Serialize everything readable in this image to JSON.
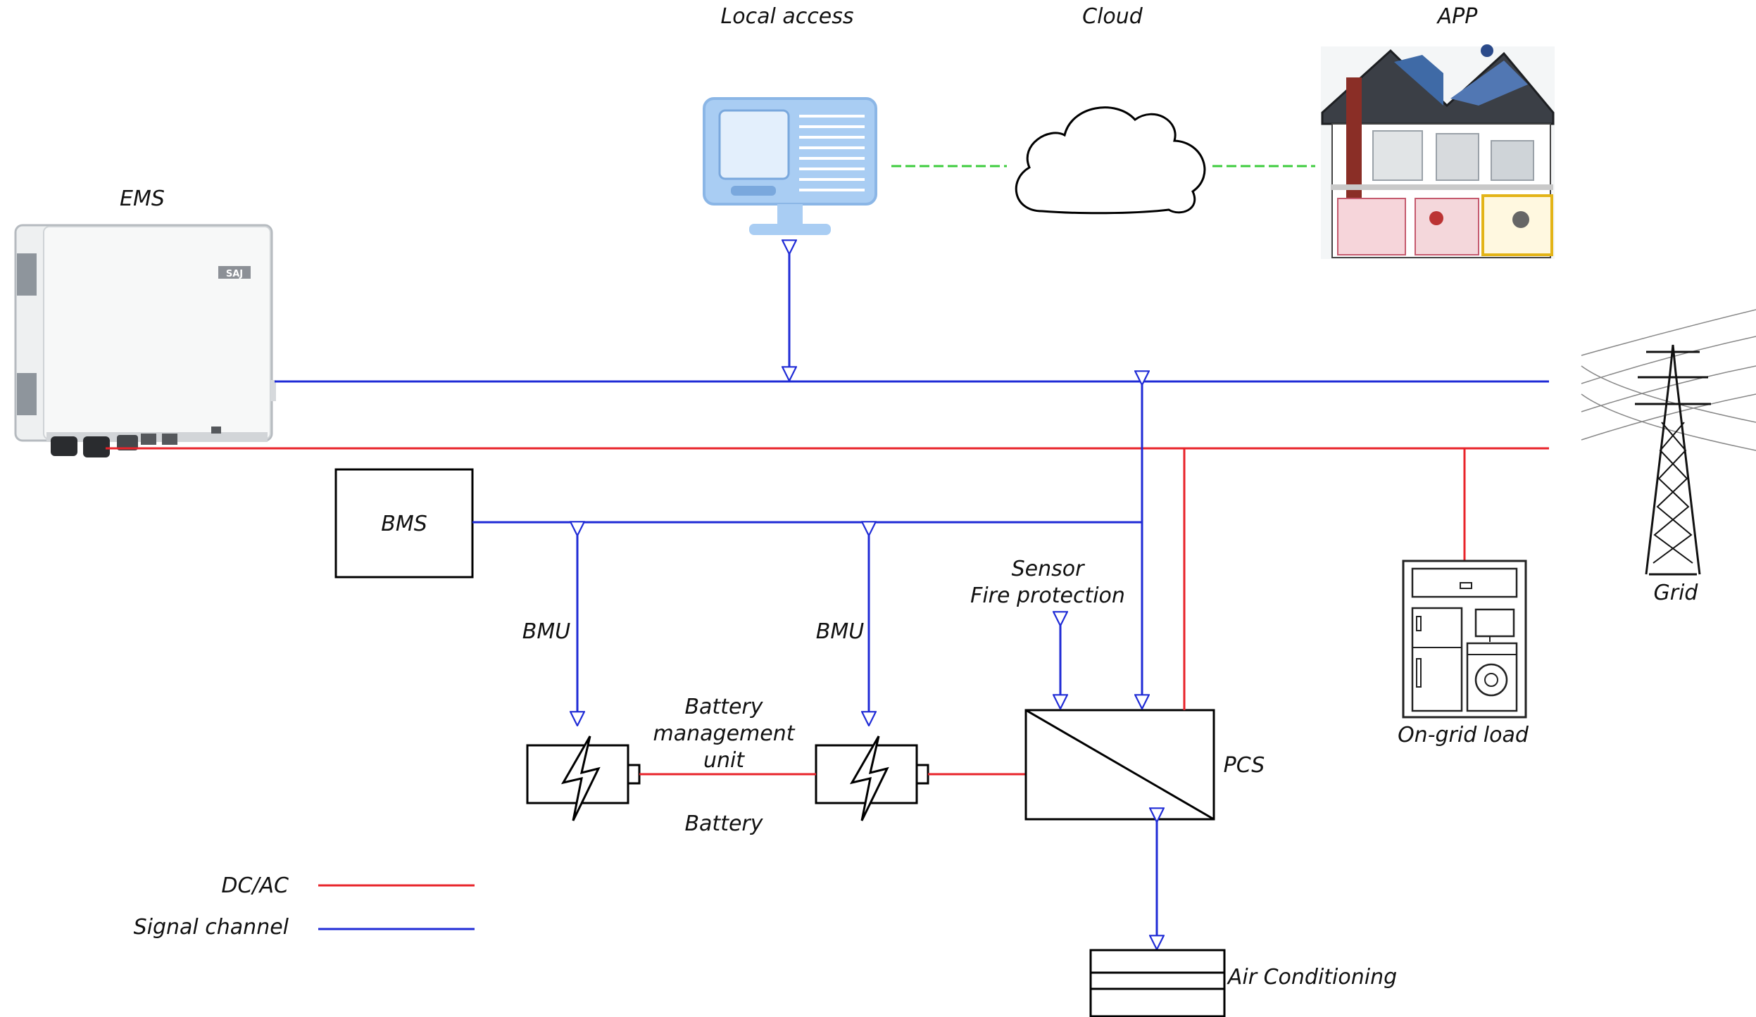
{
  "labels": {
    "ems": "EMS",
    "local_access": "Local access",
    "cloud": "Cloud",
    "app": "APP",
    "bms": "BMS",
    "bmu_left": "BMU",
    "bmu_right": "BMU",
    "sensor": "Sensor",
    "fire_protection": "Fire protection",
    "battery_management_unit": [
      "Battery",
      "management",
      "unit"
    ],
    "battery": "Battery",
    "pcs": "PCS",
    "on_grid_load": "On-grid load",
    "grid": "Grid",
    "air_conditioning": "Air Conditioning",
    "device_brand": "SAJ"
  },
  "legend": {
    "dc_ac": "DC/AC",
    "signal_channel": "Signal channel"
  },
  "colors": {
    "power_line": "#e8232a",
    "signal_line": "#1f2bd6",
    "network_link": "#3dcc3d",
    "screen": "#a9cdf3",
    "outline": "#000000"
  }
}
